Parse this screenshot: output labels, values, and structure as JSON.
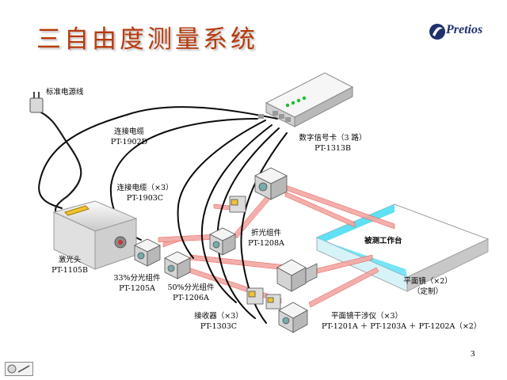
{
  "title": "三自由度测量系统",
  "logo": {
    "text": "Pretios"
  },
  "labels": {
    "power_cord": "标准电源线",
    "cable_1902d": {
      "name": "连接电缆",
      "model": "PT-1902D"
    },
    "signal_card": {
      "name": "数字信号卡（3 路）",
      "model": "PT-1313B"
    },
    "cable_1903c": {
      "name": "连接电缆（×3）",
      "model": "PT-1903C"
    },
    "laser_head": {
      "name": "激光头",
      "model": "PT-1105B"
    },
    "splitter_33": {
      "name": "33%分光组件",
      "model": "PT-1205A"
    },
    "splitter_50": {
      "name": "50%分光组件",
      "model": "PT-1206A"
    },
    "bender": {
      "name": "折光组件",
      "model": "PT-1208A"
    },
    "workbench": "被测工作台",
    "plane_mirror": {
      "name": "平面镜（×2）",
      "note": "（定制）"
    },
    "receiver": {
      "name": "接收器（×3）",
      "model": "PT-1303C"
    },
    "interferometer": {
      "name": "平面镜干涉仪（×3）",
      "model": "PT-1201A ＋ PT-1203A ＋ PT-1202A（×2）"
    }
  },
  "page_number": "3",
  "colors": {
    "title": "#b73a0c",
    "beam": "#e8423a",
    "workbench": "#5fe0f4",
    "logo": "#1f2f6e"
  }
}
